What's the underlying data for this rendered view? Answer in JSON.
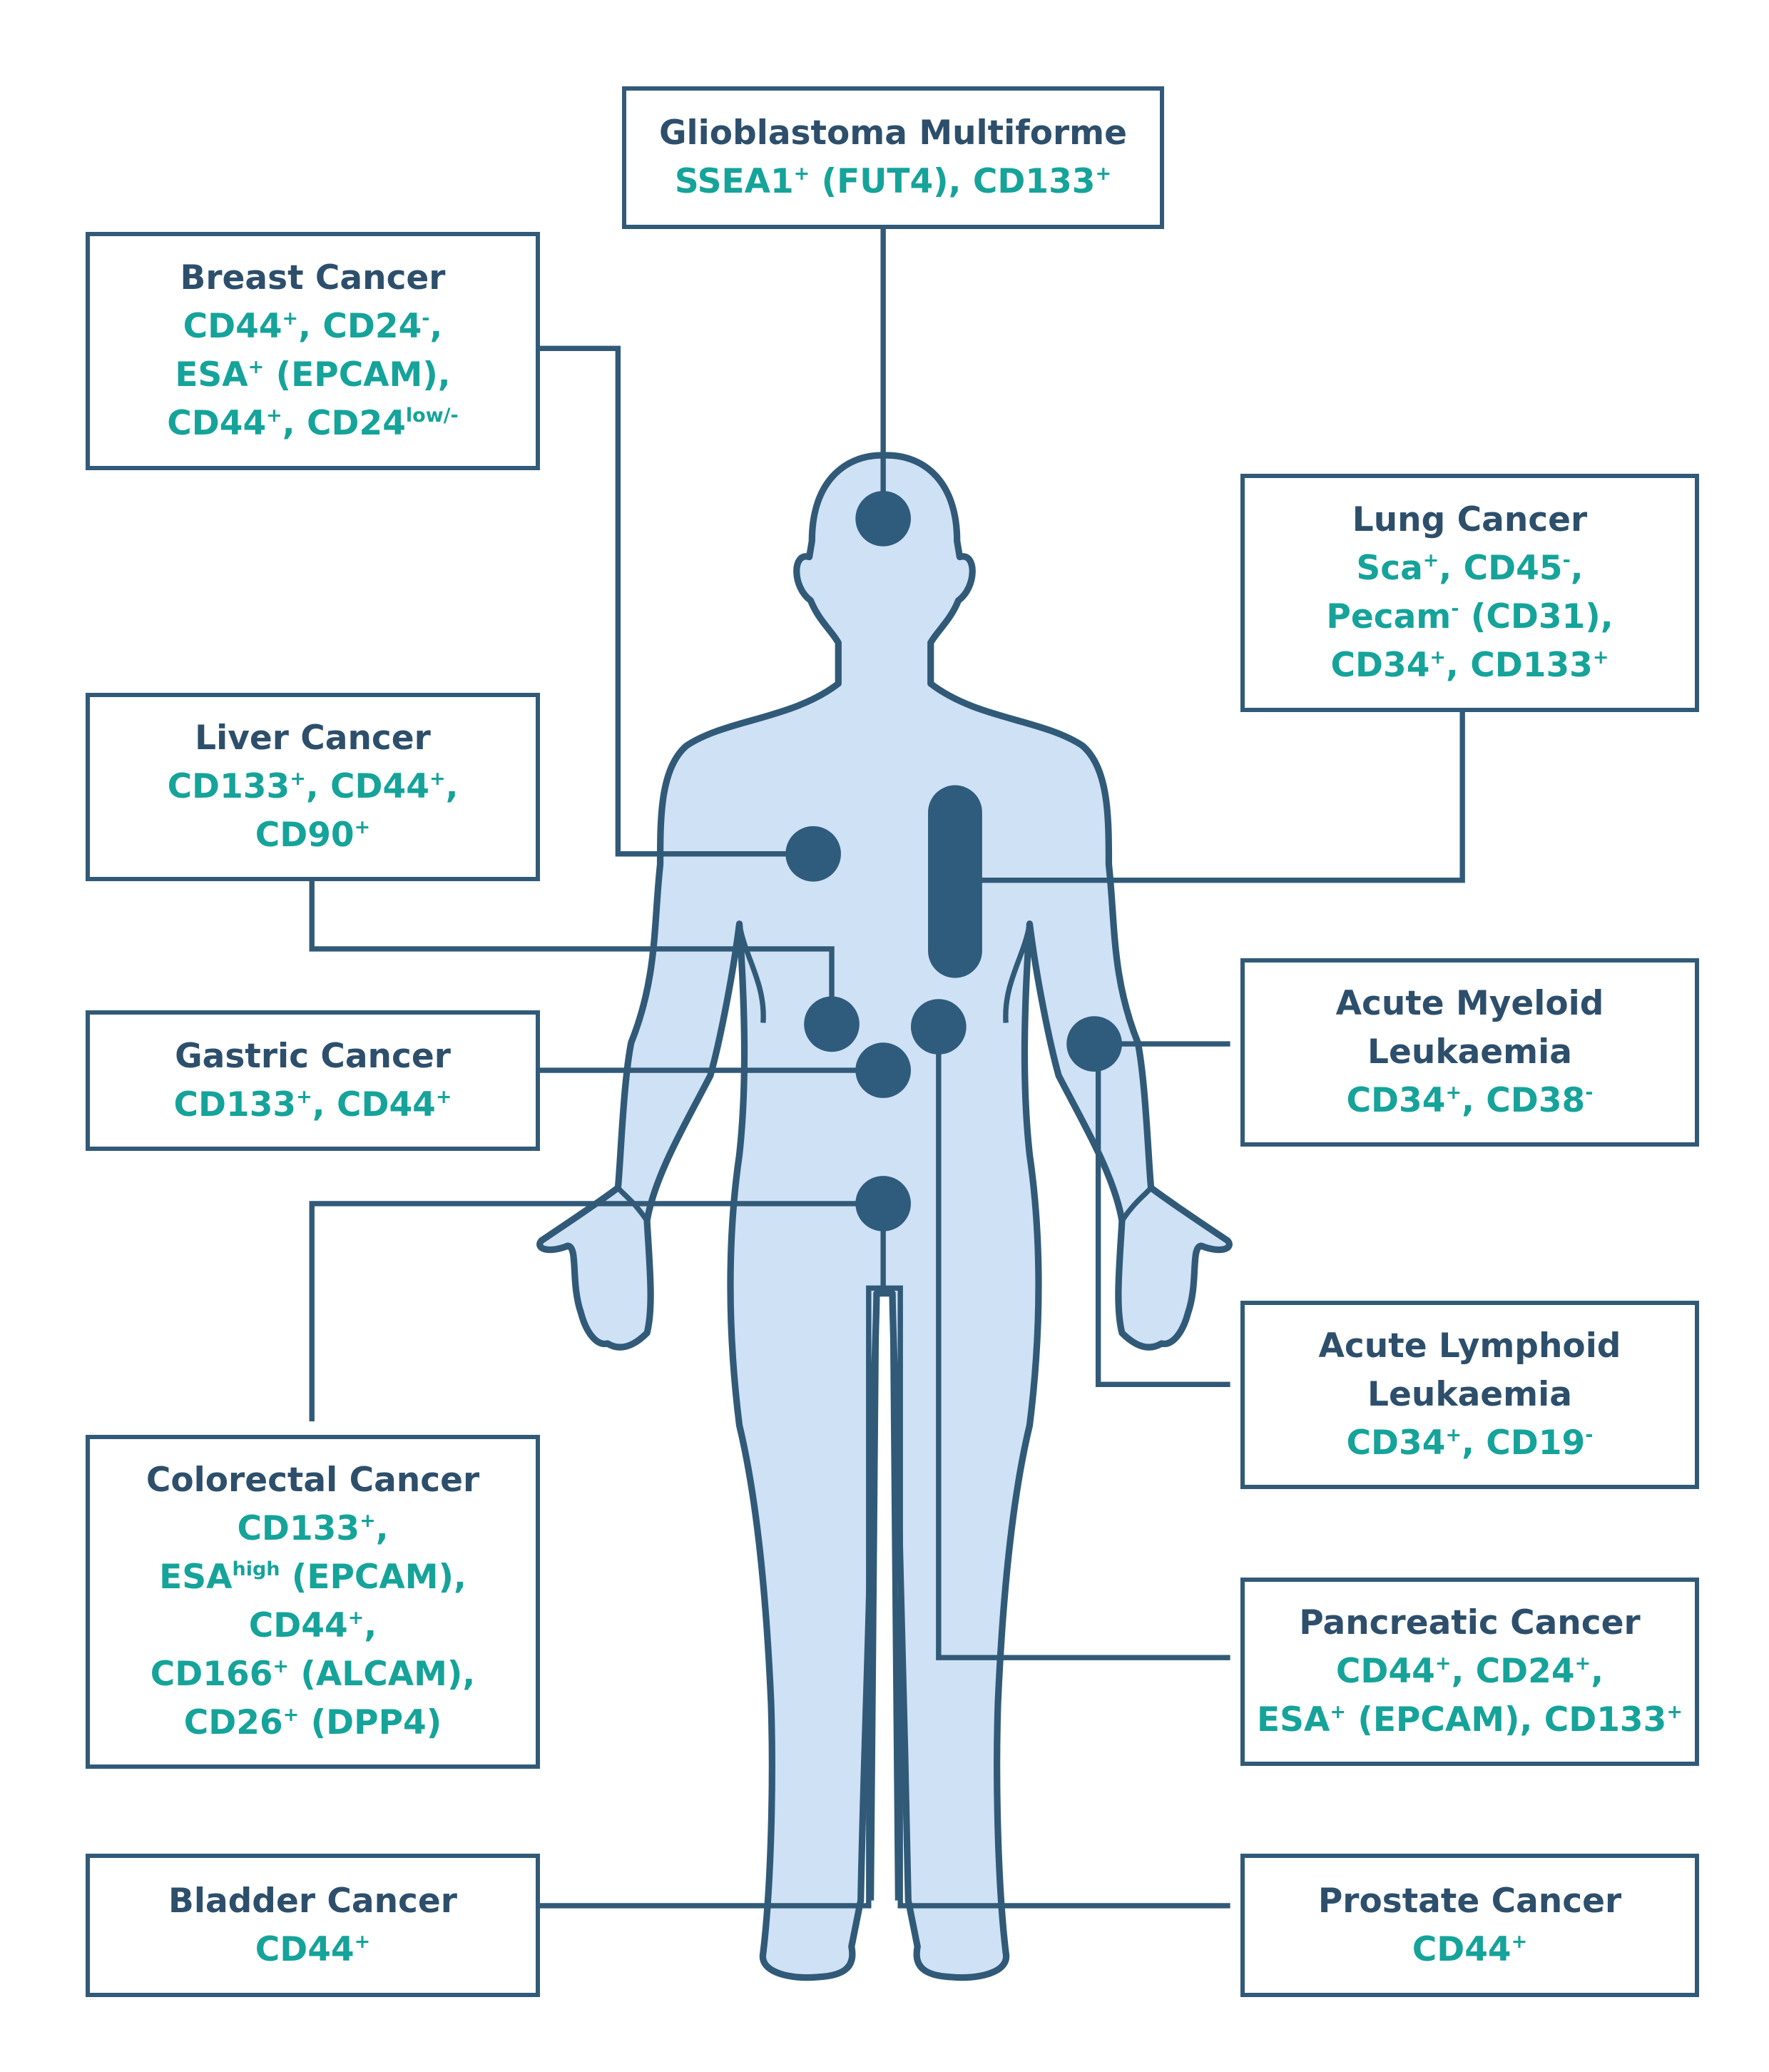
{
  "colors": {
    "outline": "#315a78",
    "body_fill": "#cfe1f5",
    "dot": "#2f5c7c",
    "title": "#2d4f6b",
    "markers": "#15a39a"
  },
  "cancers": {
    "glioblastoma": {
      "title": "Glioblastoma Multiforme",
      "markers": [
        [
          {
            "t": "SSEA1"
          },
          {
            "s": "+"
          },
          {
            "t": " (FUT4), CD133"
          },
          {
            "s": "+"
          }
        ]
      ]
    },
    "breast": {
      "title": "Breast Cancer",
      "markers": [
        [
          {
            "t": "CD44"
          },
          {
            "s": "+"
          },
          {
            "t": ", CD24"
          },
          {
            "s": "-"
          },
          {
            "t": ","
          }
        ],
        [
          {
            "t": "ESA"
          },
          {
            "s": "+"
          },
          {
            "t": " (EPCAM),"
          }
        ],
        [
          {
            "t": "CD44"
          },
          {
            "s": "+"
          },
          {
            "t": ", CD24"
          },
          {
            "s": "low/-"
          }
        ]
      ]
    },
    "lung": {
      "title": "Lung Cancer",
      "markers": [
        [
          {
            "t": "Sca"
          },
          {
            "s": "+"
          },
          {
            "t": ", CD45"
          },
          {
            "s": "-"
          },
          {
            "t": ","
          }
        ],
        [
          {
            "t": "Pecam"
          },
          {
            "s": "-"
          },
          {
            "t": " (CD31),"
          }
        ],
        [
          {
            "t": "CD34"
          },
          {
            "s": "+"
          },
          {
            "t": ", CD133"
          },
          {
            "s": "+"
          }
        ]
      ]
    },
    "liver": {
      "title": "Liver Cancer",
      "markers": [
        [
          {
            "t": "CD133"
          },
          {
            "s": "+"
          },
          {
            "t": ", CD44"
          },
          {
            "s": "+"
          },
          {
            "t": ","
          }
        ],
        [
          {
            "t": "CD90"
          },
          {
            "s": "+"
          }
        ]
      ]
    },
    "aml": {
      "title": "Acute Myeloid Leukaemia",
      "markers": [
        [
          {
            "t": "CD34"
          },
          {
            "s": "+"
          },
          {
            "t": ", CD38"
          },
          {
            "s": "-"
          }
        ]
      ]
    },
    "gastric": {
      "title": "Gastric Cancer",
      "markers": [
        [
          {
            "t": "CD133"
          },
          {
            "s": "+"
          },
          {
            "t": ", CD44"
          },
          {
            "s": "+"
          }
        ]
      ]
    },
    "all": {
      "title": "Acute Lymphoid Leukaemia",
      "markers": [
        [
          {
            "t": "CD34"
          },
          {
            "s": "+"
          },
          {
            "t": ", CD19"
          },
          {
            "s": "-"
          }
        ]
      ]
    },
    "colorectal": {
      "title": "Colorectal Cancer",
      "markers": [
        [
          {
            "t": "CD133"
          },
          {
            "s": "+"
          },
          {
            "t": ","
          }
        ],
        [
          {
            "t": "ESA"
          },
          {
            "s": "high"
          },
          {
            "t": " (EPCAM),"
          }
        ],
        [
          {
            "t": "CD44"
          },
          {
            "s": "+"
          },
          {
            "t": ","
          }
        ],
        [
          {
            "t": "CD166"
          },
          {
            "s": "+"
          },
          {
            "t": " (ALCAM),"
          }
        ],
        [
          {
            "t": "CD26"
          },
          {
            "s": "+"
          },
          {
            "t": " (DPP4)"
          }
        ]
      ]
    },
    "pancreatic": {
      "title": "Pancreatic Cancer",
      "markers": [
        [
          {
            "t": "CD44"
          },
          {
            "s": "+"
          },
          {
            "t": ", CD24"
          },
          {
            "s": "+"
          },
          {
            "t": ","
          }
        ],
        [
          {
            "t": "ESA"
          },
          {
            "s": "+"
          },
          {
            "t": " (EPCAM), CD133"
          },
          {
            "s": "+"
          }
        ]
      ]
    },
    "bladder": {
      "title": "Bladder Cancer",
      "markers": [
        [
          {
            "t": "CD44"
          },
          {
            "s": "+"
          }
        ]
      ]
    },
    "prostate": {
      "title": "Prostate Cancer",
      "markers": [
        [
          {
            "t": "CD44"
          },
          {
            "s": "+"
          }
        ]
      ]
    }
  }
}
